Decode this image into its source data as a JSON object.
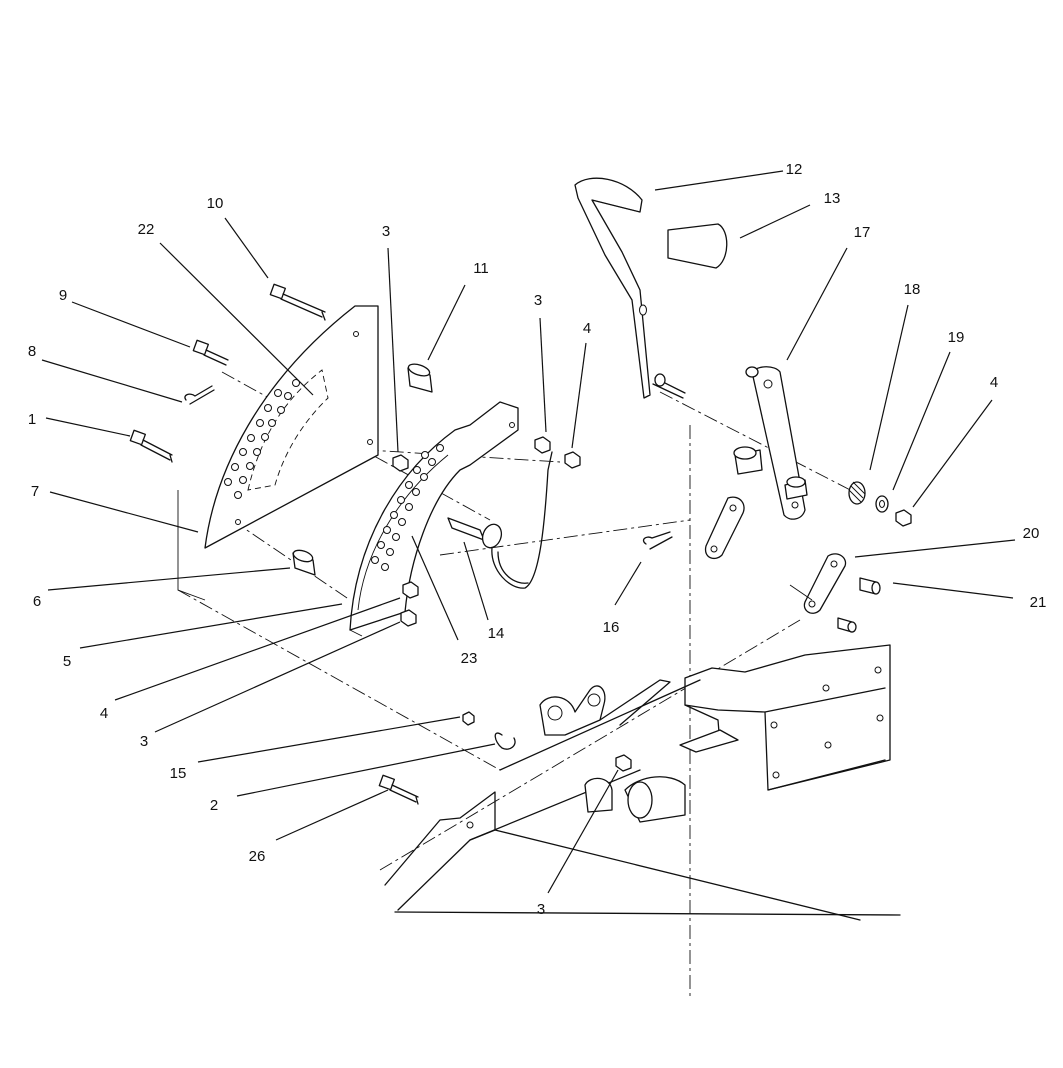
{
  "diagram": {
    "callouts": [
      {
        "id": "c10a",
        "label": "10"
      },
      {
        "id": "c22",
        "label": "22"
      },
      {
        "id": "c9",
        "label": "9"
      },
      {
        "id": "c8",
        "label": "8"
      },
      {
        "id": "c1",
        "label": "1"
      },
      {
        "id": "c7",
        "label": "7"
      },
      {
        "id": "c6",
        "label": "6"
      },
      {
        "id": "c5",
        "label": "5"
      },
      {
        "id": "c4a",
        "label": "4"
      },
      {
        "id": "c3a",
        "label": "3"
      },
      {
        "id": "c3b",
        "label": "3"
      },
      {
        "id": "c11",
        "label": "11"
      },
      {
        "id": "c3c",
        "label": "3"
      },
      {
        "id": "c4b",
        "label": "4"
      },
      {
        "id": "c14",
        "label": "14"
      },
      {
        "id": "c23",
        "label": "23"
      },
      {
        "id": "c15",
        "label": "15"
      },
      {
        "id": "c2",
        "label": "2"
      },
      {
        "id": "c26",
        "label": "26"
      },
      {
        "id": "c3d",
        "label": "3"
      },
      {
        "id": "c12",
        "label": "12"
      },
      {
        "id": "c13",
        "label": "13"
      },
      {
        "id": "c17",
        "label": "17"
      },
      {
        "id": "c18",
        "label": "18"
      },
      {
        "id": "c19",
        "label": "19"
      },
      {
        "id": "c4c",
        "label": "4"
      },
      {
        "id": "c20",
        "label": "20"
      },
      {
        "id": "c21",
        "label": "21"
      },
      {
        "id": "c16",
        "label": "16"
      }
    ]
  }
}
